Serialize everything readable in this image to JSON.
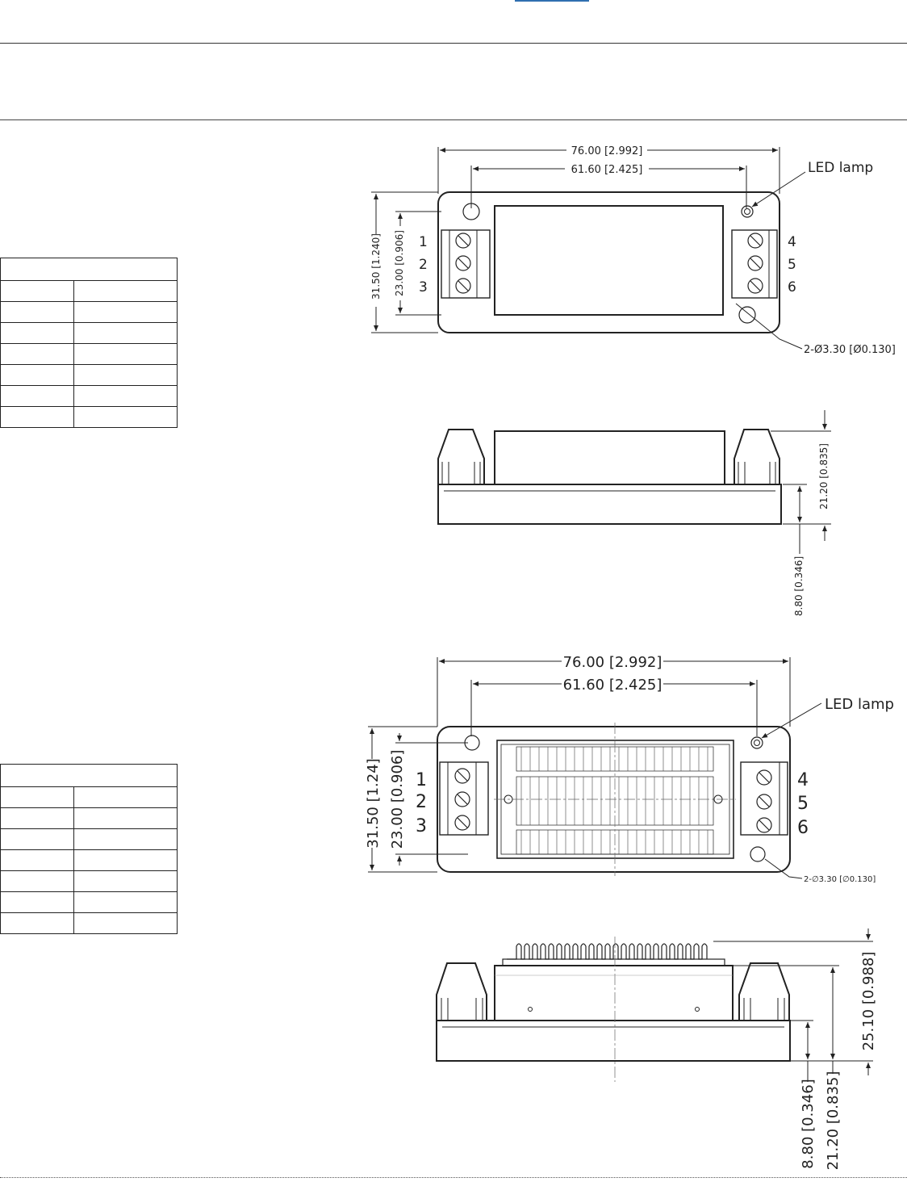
{
  "drawing_top": {
    "dim_length": "76.00 [2.992]",
    "dim_hole_spacing": "61.60 [2.425]",
    "dim_width": "31.50 [1.240]",
    "dim_terminal": "23.00 [0.906]",
    "led_label": "LED lamp",
    "hole_callout": "2-Ø3.30 [Ø0.130]",
    "pins_left": [
      "1",
      "2",
      "3"
    ],
    "pins_right": [
      "4",
      "5",
      "6"
    ],
    "dim_height": "21.20 [0.835]",
    "dim_base": "8.80 [0.346]"
  },
  "drawing_bottom": {
    "dim_length": "76.00 [2.992]",
    "dim_hole_spacing": "61.60 [2.425]",
    "dim_width": "31.50 [1.24]",
    "dim_terminal": "23.00 [0.906]",
    "led_label": "LED lamp",
    "hole_callout": "2-∅3.30 [∅0.130]",
    "pins_left": [
      "1",
      "2",
      "3"
    ],
    "pins_right": [
      "4",
      "5",
      "6"
    ],
    "dim_total_height": "25.10 [0.988]",
    "dim_base": "8.80 [0.346]",
    "dim_height": "21.20 [0.835]"
  }
}
